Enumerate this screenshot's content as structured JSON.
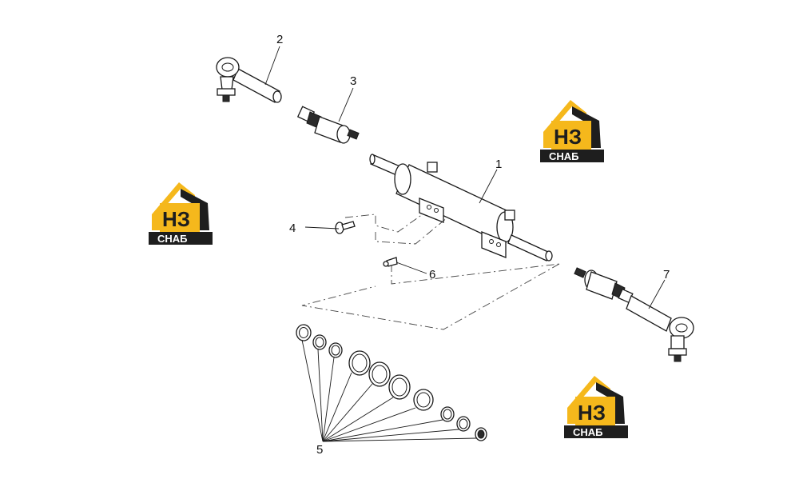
{
  "diagram": {
    "callouts": [
      {
        "id": "1",
        "label": "1"
      },
      {
        "id": "2",
        "label": "2"
      },
      {
        "id": "3",
        "label": "3"
      },
      {
        "id": "4",
        "label": "4"
      },
      {
        "id": "5",
        "label": "5"
      },
      {
        "id": "6",
        "label": "6"
      },
      {
        "id": "7",
        "label": "7"
      }
    ]
  },
  "watermark": {
    "line1": "НЗ",
    "line2": "СНАБ",
    "colors": {
      "accent": "#f5b81c",
      "dark": "#1e1e1e",
      "text": "#ffffff"
    }
  }
}
